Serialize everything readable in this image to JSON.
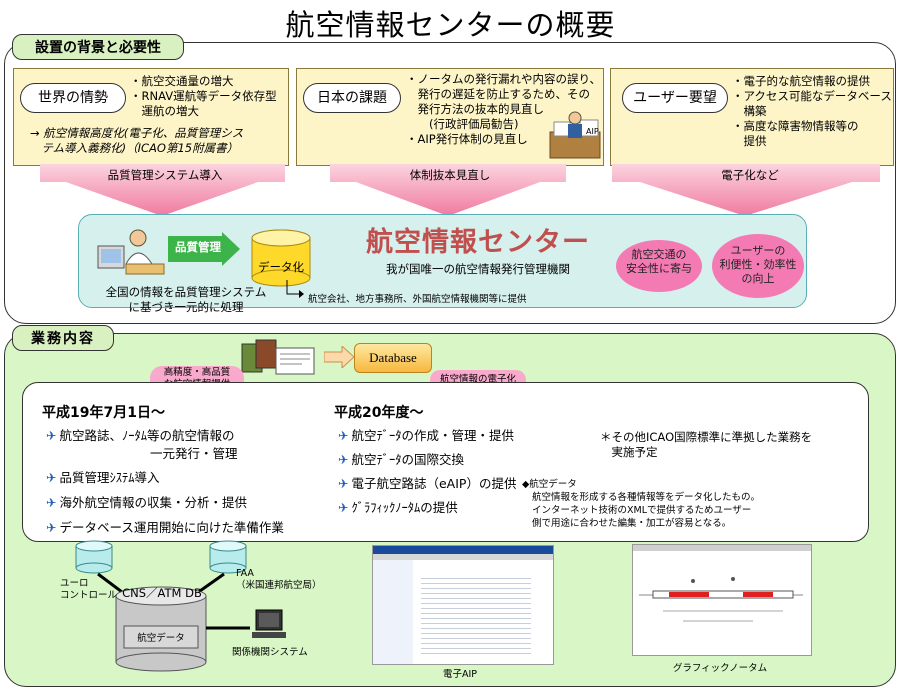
{
  "title": "航空情報センターの概要",
  "background": {
    "label": "設置の背景と必要性",
    "boxes": [
      {
        "pill": "世界の情勢",
        "lines": [
          "・航空交通量の増大",
          "・RNAV運航等データ依存型",
          "　運航の増大"
        ],
        "note_lines": [
          "→ 航空情報高度化(電子化、品質管理シス",
          "　テム導入義務化)（ICAO第15附属書）"
        ],
        "arrow_label": "品質管理システム導入"
      },
      {
        "pill": "日本の課題",
        "lines": [
          "・ノータムの発行漏れや内容の誤り、",
          "　発行の遅延を防止するため、その",
          "　発行方法の抜本的見直し",
          "　　(行政評価局勧告)",
          "・AIP発行体制の見直し"
        ],
        "arrow_label": "体制抜本見直し"
      },
      {
        "pill": "ユーザー要望",
        "lines": [
          "・電子的な航空情報の提供",
          "・アクセス可能なデータベース",
          "　構築",
          "・高度な障害物情報等の",
          "　提供"
        ],
        "arrow_label": "電子化など"
      }
    ],
    "aip_text": "AIP"
  },
  "center": {
    "quality_label": "品質管理",
    "data_label": "データ化",
    "name": "航空情報センター",
    "subtitle": "我が国唯一の航空情報発行管理機関",
    "left_text_lines": [
      "全国の情報を品質管理システム",
      "に基づき一元的に処理"
    ],
    "provide_text": "航空会社、地方事務所、外国航空情報機関等に提供",
    "oval1_lines": [
      "航空交通の",
      "安全性に寄与"
    ],
    "oval2_lines": [
      "ユーザーの",
      "利便性・効率性",
      "の向上"
    ]
  },
  "business": {
    "label": "業務内容",
    "pink1_lines": [
      "高精度・高品質",
      "な航空情報提供"
    ],
    "pink2": "航空情報の電子化",
    "database": "Database",
    "col1_heading": "平成19年7月1日～",
    "col1_items": [
      "航空路誌、ﾉｰﾀﾑ等の航空情報の",
      "品質管理ｼｽﾃﾑ導入",
      "海外航空情報の収集・分析・提供",
      "データベース運用開始に向けた準備作業"
    ],
    "col1_item0_cont": "一元発行・管理",
    "col2_heading": "平成20年度～",
    "col2_items": [
      "航空ﾃﾞｰﾀの作成・管理・提供",
      "航空ﾃﾞｰﾀの国際交換",
      "電子航空路誌（eAIP）の提供",
      "ｸﾞﾗﾌｨｯｸﾉｰﾀﾑの提供"
    ],
    "col3_lines": [
      "＊その他ICAO国際標準に準拠した業務を",
      "　実施予定"
    ],
    "note_title": "◆航空データ",
    "note_lines": [
      "航空情報を形成する各種情報等をデータ化したもの。",
      "インターネット技術のXMLで提供するためユーザー",
      "側で用途に合わせた編集・加工が容易となる。"
    ],
    "diagram": {
      "euro": [
        "ユーロ",
        "コントロール"
      ],
      "faa": [
        "FAA",
        "（米国連邦航空局）"
      ],
      "db": "CNS／ATM DB",
      "aviation_data": "航空データ",
      "related": "関係機関システム"
    },
    "caption_eaip": "電子AIP",
    "caption_graphic": "グラフィックノータム"
  }
}
